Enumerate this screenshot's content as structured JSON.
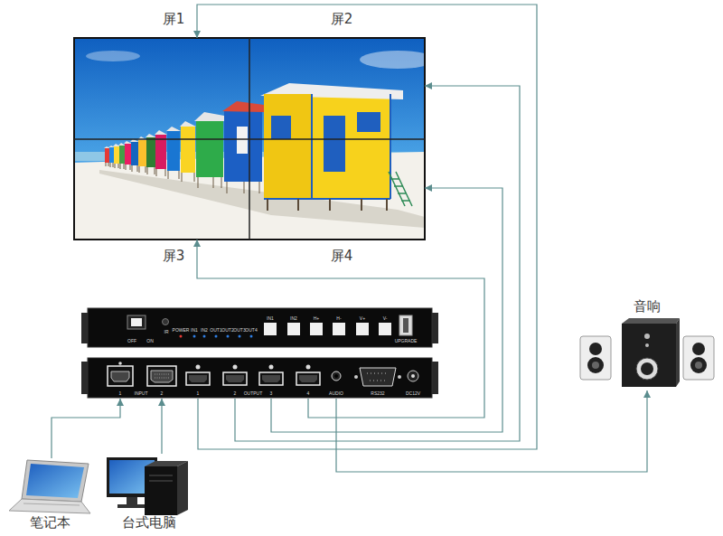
{
  "diagram": {
    "nodes": [
      {
        "text": [
          "屏1"
        ]
      },
      {
        "text": [
          "屏2"
        ]
      },
      {
        "text": [
          "屏3"
        ]
      },
      {
        "text": [
          "屏4"
        ]
      },
      {
        "text": [
          "OFF",
          "ON",
          "IR",
          "POWER",
          "IN1",
          "IN2",
          "OUT1",
          "OUT2",
          "OUT3",
          "OUT4",
          "IN1",
          "IN2",
          "H+",
          "H-",
          "V+",
          "V-",
          "UPGRADE"
        ]
      },
      {
        "text": [
          "INPUT",
          "OUTPUT",
          "RS232",
          "DC12V"
        ]
      },
      {
        "text": [
          "1"
        ],
        "in": 5
      },
      {
        "text": [
          "2"
        ],
        "in": 5
      },
      {
        "text": [
          "1"
        ],
        "in": 5
      },
      {
        "text": [
          "2"
        ],
        "in": 5
      },
      {
        "text": [
          "3"
        ],
        "in": 5
      },
      {
        "text": [
          "4"
        ],
        "in": 5
      },
      {
        "text": [
          "AUDIO"
        ],
        "in": 5
      },
      {
        "text": [
          "音响"
        ]
      },
      {
        "text": [
          "笔记本"
        ]
      },
      {
        "text": [
          "台式电脑"
        ]
      }
    ],
    "edges": [
      {
        "from": 8,
        "to": 0,
        "arrow": "to"
      },
      {
        "from": 9,
        "to": 1,
        "arrow": "to"
      },
      {
        "from": 10,
        "to": 3,
        "arrow": "to"
      },
      {
        "from": 11,
        "to": 2,
        "arrow": "to"
      },
      {
        "from": 12,
        "to": 13,
        "arrow": "to"
      },
      {
        "from": 14,
        "to": 6,
        "arrow": "to"
      },
      {
        "from": 15,
        "to": 7,
        "arrow": "to"
      }
    ]
  }
}
